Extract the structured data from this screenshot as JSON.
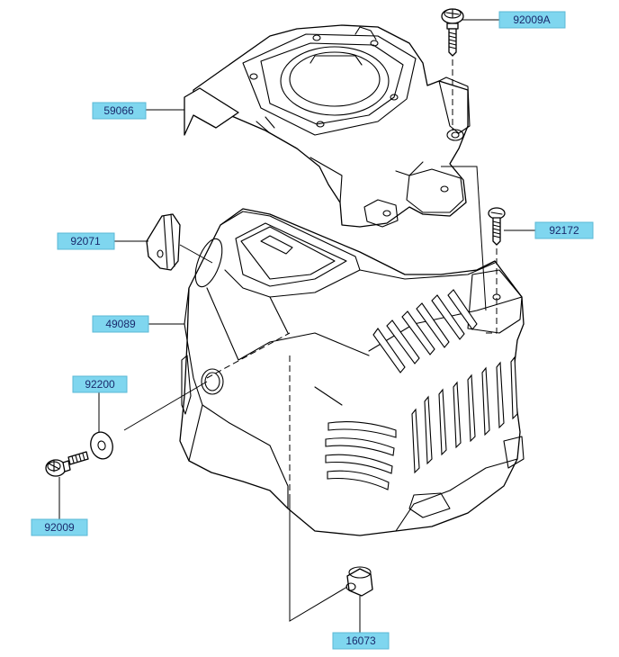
{
  "diagram": {
    "parts": [
      {
        "key": "p92009A",
        "label": "92009A",
        "name": "screw-top"
      },
      {
        "key": "p59066",
        "label": "59066",
        "name": "upper-fan-cover"
      },
      {
        "key": "p92172",
        "label": "92172",
        "name": "screw-right"
      },
      {
        "key": "p92071",
        "label": "92071",
        "name": "gasket"
      },
      {
        "key": "p49089",
        "label": "49089",
        "name": "engine-shroud"
      },
      {
        "key": "p92200",
        "label": "92200",
        "name": "washer"
      },
      {
        "key": "p92009",
        "label": "92009",
        "name": "screw-left"
      },
      {
        "key": "p16073",
        "label": "16073",
        "name": "grommet"
      }
    ]
  }
}
